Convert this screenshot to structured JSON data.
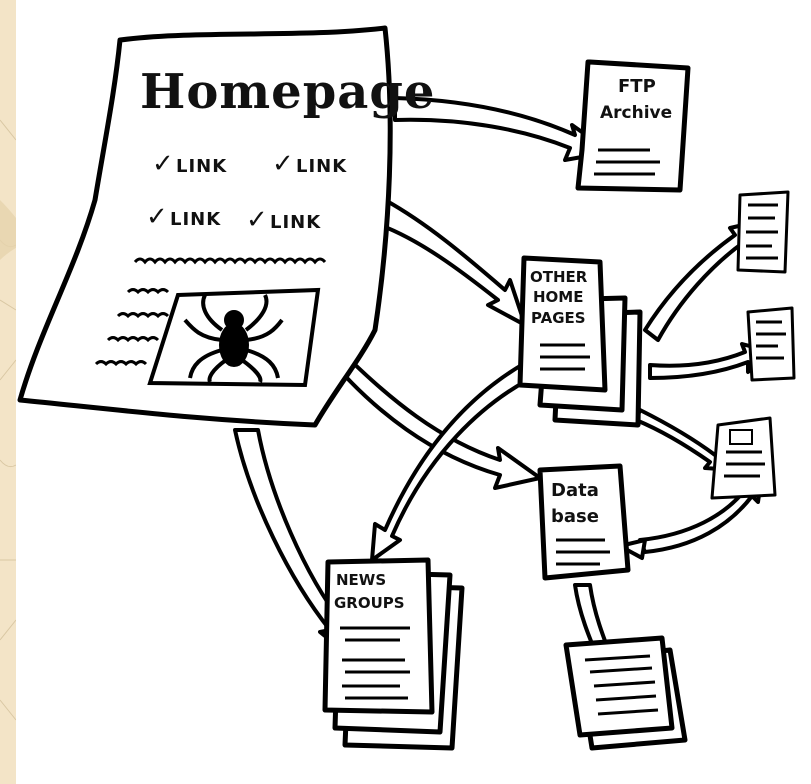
{
  "homepage": {
    "title": "Homepage",
    "links": [
      "LINK",
      "LINK",
      "LINK",
      "LINK"
    ]
  },
  "nodes": {
    "ftp_line1": "FTP",
    "ftp_line2": "Archive",
    "other_line1": "OTHER",
    "other_line2": "HOME",
    "other_line3": "PAGES",
    "news_line1": "NEWS",
    "news_line2": "GROUPS",
    "db_line1": "Data",
    "db_line2": "base"
  },
  "colors": {
    "background": "#f3e4c7",
    "panel": "#ffffff",
    "ink": "#000000"
  }
}
